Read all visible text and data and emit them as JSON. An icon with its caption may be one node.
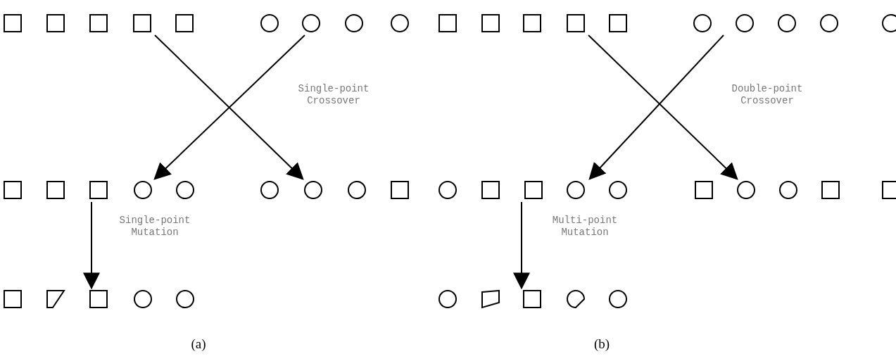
{
  "diagram": {
    "nodes": [
      {
        "text": [],
        "shape": "picture"
      },
      {
        "text": [],
        "shape": "picture"
      },
      {
        "text": [],
        "shape": "picture"
      },
      {
        "text": [],
        "shape": "picture"
      },
      {
        "text": [],
        "shape": "picture"
      },
      {
        "text": [],
        "shape": "picture"
      },
      {
        "text": [],
        "shape": "picture"
      },
      {
        "text": [],
        "shape": "picture"
      },
      {
        "text": [],
        "shape": "picture"
      },
      {
        "text": [],
        "shape": "picture"
      }
    ],
    "edges": [
      {
        "from": 1,
        "to": 2,
        "arrow": "to"
      },
      {
        "from": 0,
        "to": 3,
        "arrow": "to"
      },
      {
        "from": 2,
        "to": 4,
        "arrow": "to",
        "label": "Single-point Mutation"
      },
      {
        "from": 6,
        "to": 7,
        "arrow": "to"
      },
      {
        "from": 5,
        "to": 8,
        "arrow": "to"
      },
      {
        "from": 7,
        "to": 9,
        "arrow": "to",
        "label": "Multi-point Mutation"
      }
    ],
    "labels": [
      "Single-point Crossover",
      "Double-point Crossover",
      "(a)",
      "(b)"
    ]
  }
}
